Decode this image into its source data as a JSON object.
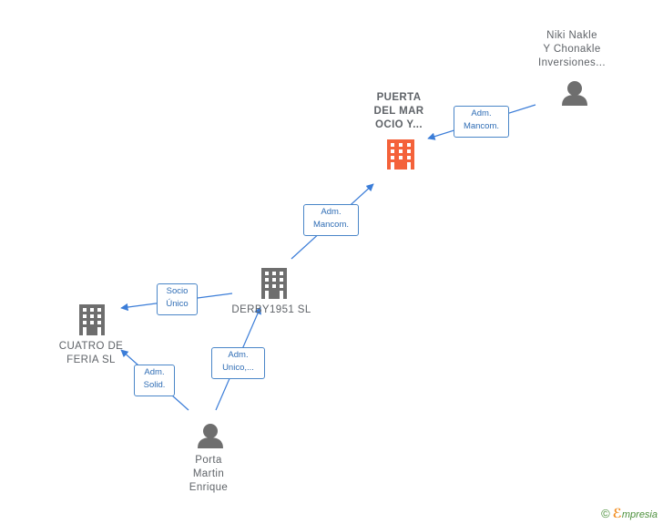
{
  "nodes": {
    "niki": {
      "lines": [
        "Niki Nakle",
        "Y Chonakle",
        "Inversiones..."
      ]
    },
    "puerta": {
      "lines": [
        "PUERTA",
        "DEL MAR",
        "OCIO Y..."
      ]
    },
    "derby": {
      "lines": [
        "DERBY1951  SL"
      ]
    },
    "cuatro": {
      "lines": [
        "CUATRO DE",
        "FERIA  SL"
      ]
    },
    "porta": {
      "lines": [
        "Porta",
        "Martin",
        "Enrique"
      ]
    }
  },
  "edges": {
    "niki_puerta": {
      "lines": [
        "Adm.",
        "Mancom."
      ]
    },
    "derby_puerta": {
      "lines": [
        "Adm.",
        "Mancom."
      ]
    },
    "derby_cuatro": {
      "lines": [
        "Socio",
        "Único"
      ]
    },
    "porta_derby": {
      "lines": [
        "Adm.",
        "Unico,..."
      ]
    },
    "porta_cuatro": {
      "lines": [
        "Adm.",
        "Solid."
      ]
    }
  },
  "colors": {
    "edge": "#3b7dd8",
    "company": "#6e6e6e",
    "focus_company": "#f4623a",
    "person": "#6e6e6e"
  },
  "footer": {
    "copyright": "©",
    "brand_initial": "ℰ",
    "brand_rest": "mpresia"
  }
}
